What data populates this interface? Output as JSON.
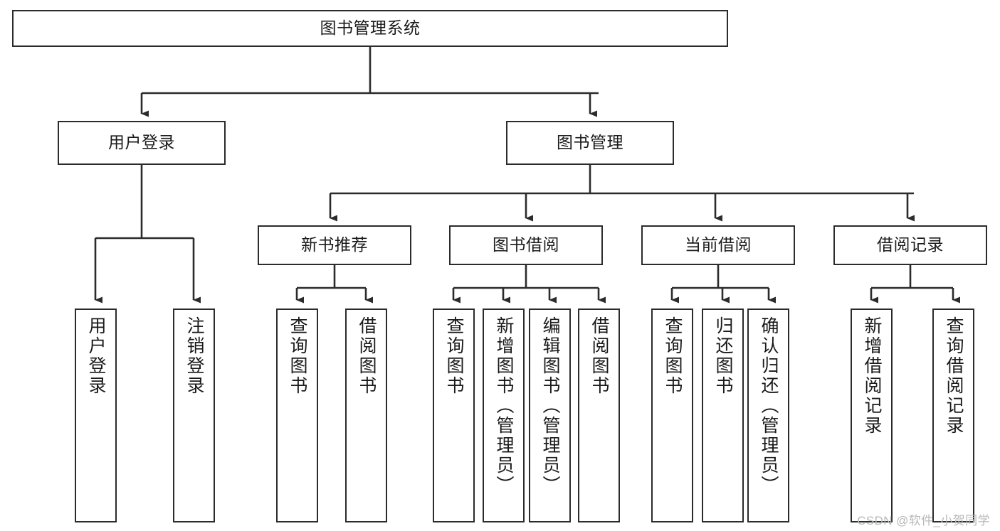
{
  "diagram": {
    "title": "图书管理系统",
    "type": "tree",
    "watermark": "CSDN @软件_小贺同学",
    "colors": {
      "box_border": "#2b2b2b",
      "box_fill": "#ffffff",
      "connector": "#2b2b2b",
      "text": "#1a1a1a",
      "watermark": "#b8b8b8"
    },
    "nodes": {
      "root": "图书管理系统",
      "tier1": [
        "用户登录",
        "图书管理"
      ],
      "tier2": [
        "新书推荐",
        "图书借阅",
        "当前借阅",
        "借阅记录"
      ],
      "leaves": {
        "user_login": [
          "用户登录",
          "注销登录"
        ],
        "new_book_recommend": [
          "查询图书",
          "借阅图书"
        ],
        "book_borrow": [
          "查询图书",
          "新增图书（管理员）",
          "编辑图书（管理员）",
          "借阅图书"
        ],
        "current_borrow": [
          "查询图书",
          "归还图书",
          "确认归还（管理员）"
        ],
        "borrow_record": [
          "新增借阅记录",
          "查询借阅记录"
        ]
      }
    }
  }
}
